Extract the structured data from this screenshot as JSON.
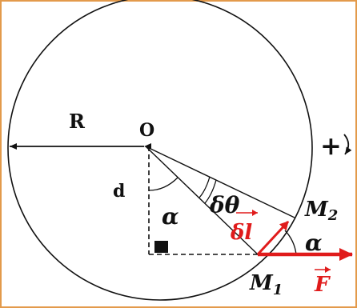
{
  "labels": {
    "R": "R",
    "O": "O",
    "d": "d",
    "alpha_center": "α",
    "delta_theta": "δθ",
    "alpha_right": "α",
    "M2": "M",
    "M2_sub": "2",
    "M1": "M",
    "M1_sub": "1",
    "delta_l": "δl",
    "F": "F",
    "rotation_sign": "+"
  },
  "colors": {
    "frame": "#e39a4b",
    "line": "#111111",
    "force": "#e01b1b"
  },
  "icons": {
    "rotation": "counterclockwise-rotation-icon",
    "right_angle": "right-angle-marker-icon"
  }
}
